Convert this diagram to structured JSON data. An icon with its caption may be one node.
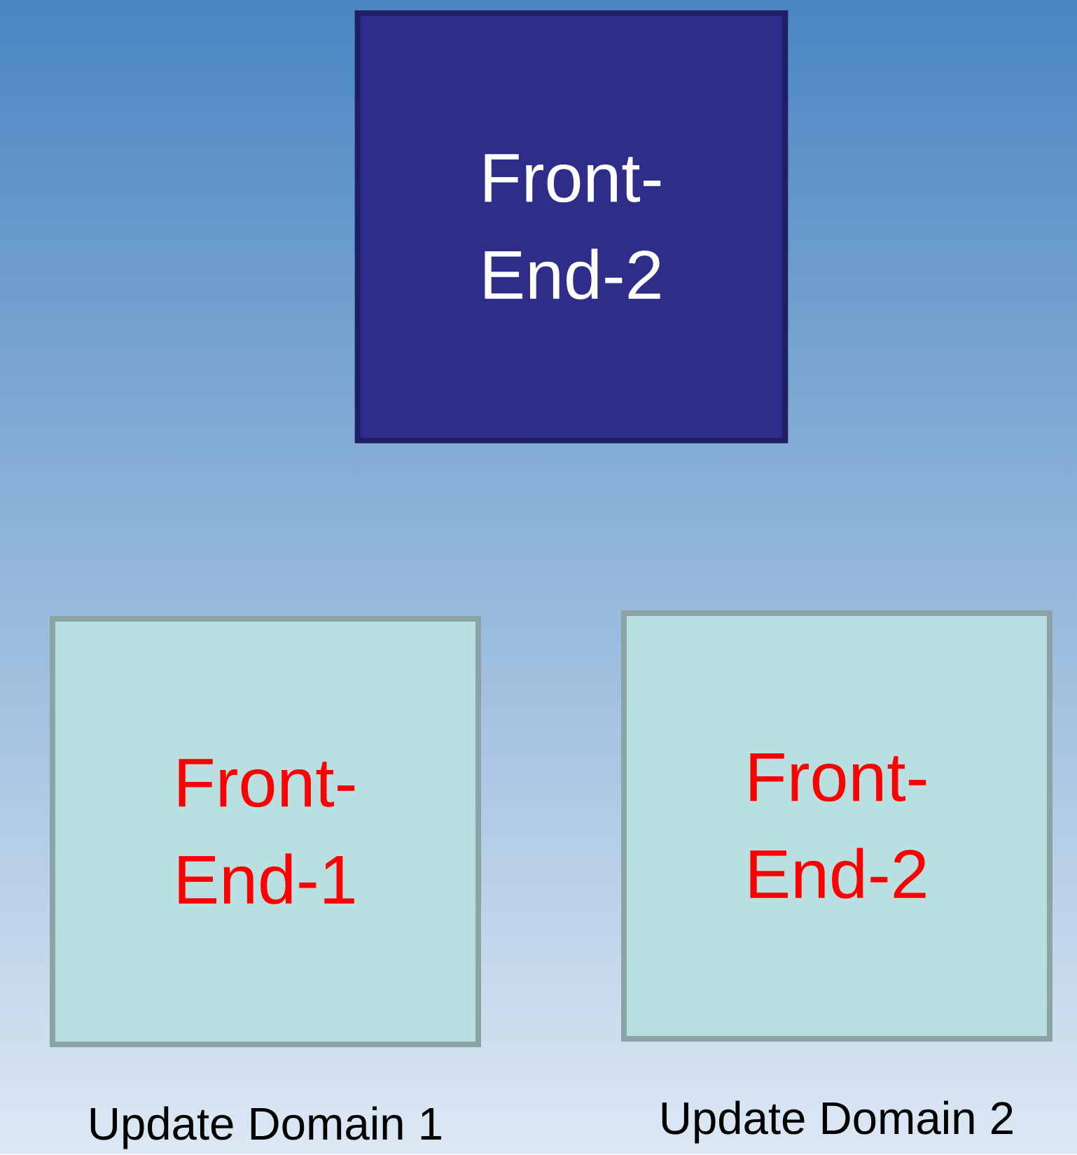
{
  "diagram": {
    "nodes": [
      {
        "text": [
          "Front- End-2"
        ]
      },
      {
        "text": [
          "Front- End-1"
        ],
        "beside": [
          "Update Domain 1"
        ]
      },
      {
        "text": [
          "Front- End-2"
        ],
        "beside": [
          "Update Domain 2"
        ]
      }
    ]
  }
}
